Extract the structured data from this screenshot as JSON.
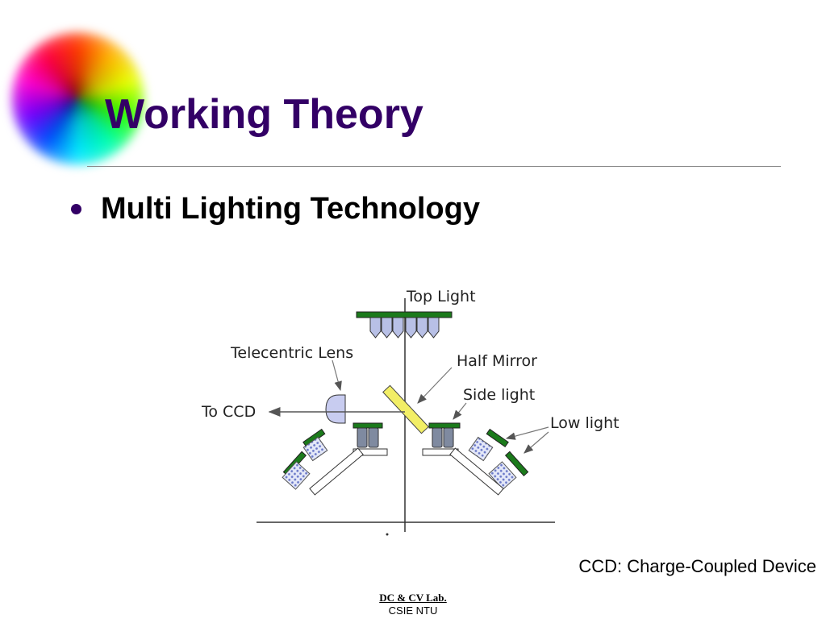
{
  "slide": {
    "title": "Working Theory",
    "bullet": "Multi Lighting Technology",
    "caption": "CCD: Charge-Coupled Device"
  },
  "diagram": {
    "labels": {
      "top_light": "Top Light",
      "telecentric_lens": "Telecentric Lens",
      "half_mirror": "Half Mirror",
      "side_light": "Side light",
      "low_light": "Low light",
      "to_ccd": "To CCD"
    },
    "colors": {
      "board": "#1b7a1b",
      "led": "#b8c0e6",
      "mirror": "#f2ee66",
      "dots": "#6a78c8"
    }
  },
  "footer": {
    "lab": "DC & CV Lab.",
    "org": "CSIE NTU"
  },
  "theme": {
    "title_color": "#330066"
  }
}
